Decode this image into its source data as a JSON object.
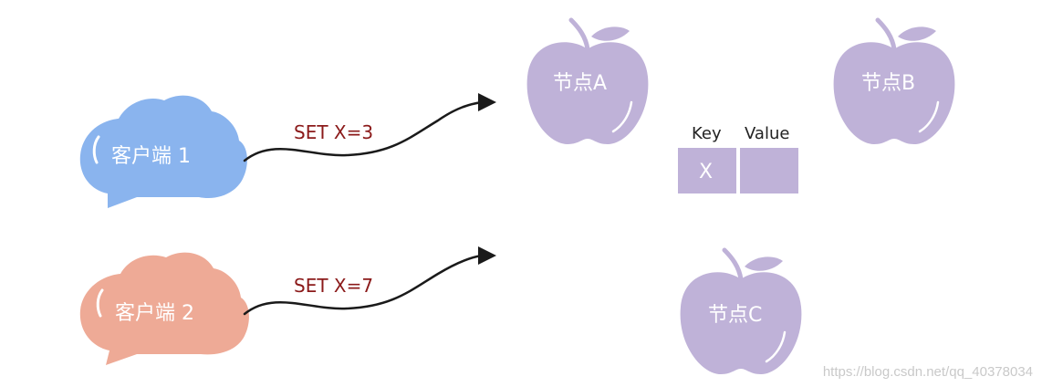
{
  "colors": {
    "client1": "#8ab4ee",
    "client2": "#eeaa96",
    "node": "#bfb2d8",
    "command": "#8b1a1a",
    "arrow": "#1a1a1a"
  },
  "clients": [
    {
      "label": "客户端 1",
      "command": "SET X=3"
    },
    {
      "label": "客户端 2",
      "command": "SET X=7"
    }
  ],
  "nodes": [
    {
      "label": "节点A"
    },
    {
      "label": "节点B"
    },
    {
      "label": "节点C"
    }
  ],
  "kv_table": {
    "key_header": "Key",
    "value_header": "Value",
    "key_cell": "X",
    "value_cell": ""
  },
  "watermark": "https://blog.csdn.net/qq_40378034"
}
